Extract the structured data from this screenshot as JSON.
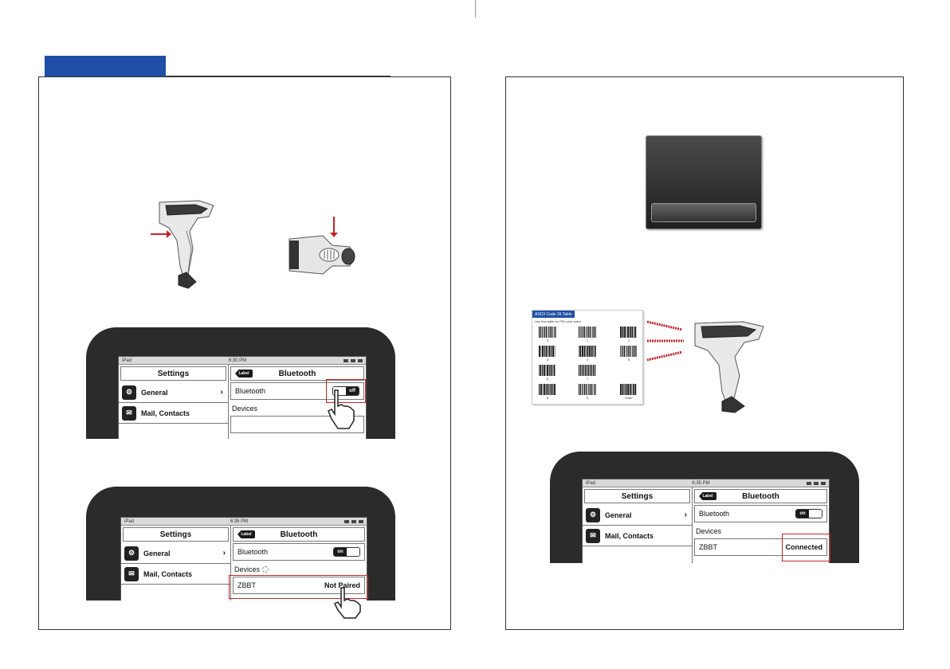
{
  "left_page": {
    "tab_color": "#1f4fa6",
    "icons": [
      "scanner-side-icon",
      "scanner-top-icon",
      "red-arrow-icon"
    ]
  },
  "phone_screens": {
    "status_time_1": "6:30 PM",
    "status_time_2": "6:35 PM",
    "status_time_3": "6:35 PM",
    "carrier": "iPad",
    "settings_title": "Settings",
    "bluetooth_title": "Bluetooth",
    "back_label": "Label",
    "menu_general": "General",
    "menu_mail": "Mail, Contacts",
    "bluetooth_label": "Bluetooth",
    "toggle_off": "off",
    "toggle_on": "on",
    "devices_label": "Devices",
    "device_name": "ZBBT",
    "status_not_paired": "Not Paired",
    "status_connected": "Connected"
  },
  "barcode_sheet": {
    "title": "ASCII Code 39 Table",
    "subtitle": "Use this table for PIN code entry",
    "labels": [
      "0",
      "1",
      "2",
      "3",
      "4",
      "5",
      "6",
      "7",
      "8",
      "9",
      "Enter"
    ]
  },
  "colors": {
    "accent_blue": "#1f4fa6",
    "highlight_red": "#c0262c",
    "phone_frame": "#2b2b2b"
  }
}
